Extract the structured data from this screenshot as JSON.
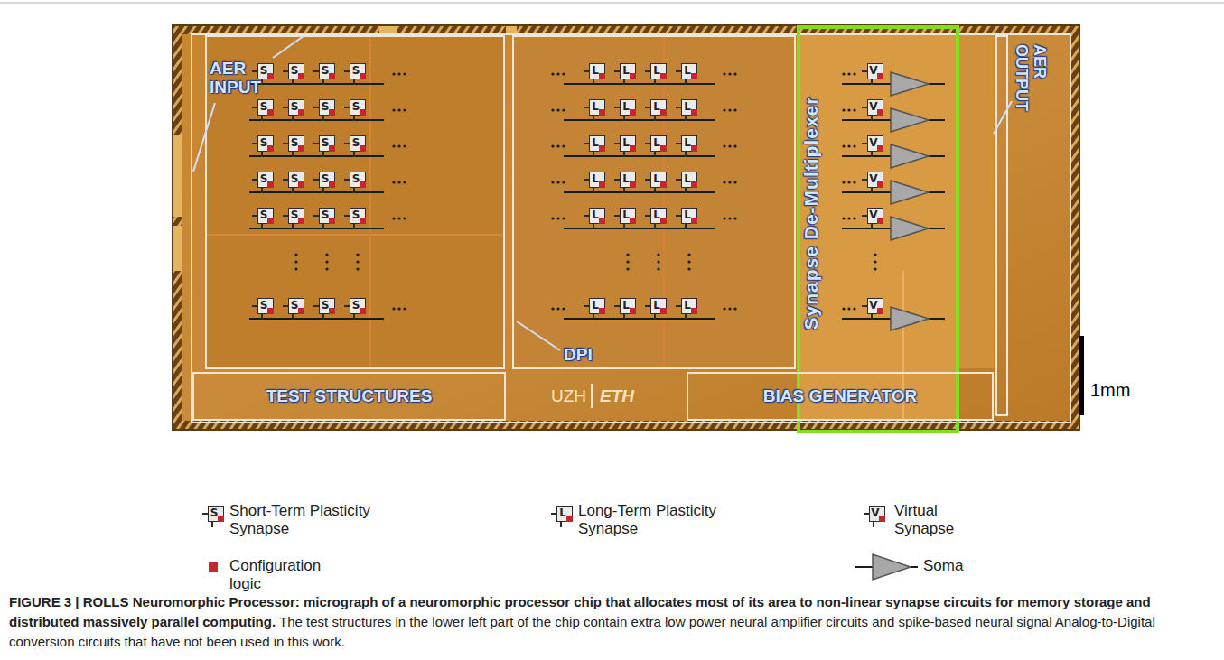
{
  "diagram": {
    "caption": "FIGURE 3 | ROLLS Neuromorphic Processor: micrograph of a neuromorphic processor chip that allocates most of its area to non-linear synapse circuits for memory storage and distributed massively parallel computing.",
    "nodes": [
      {
        "text": [
          "S"
        ]
      },
      {
        "text": [
          "S"
        ]
      },
      {
        "text": [
          "S"
        ]
      },
      {
        "text": [
          "S"
        ]
      },
      {
        "text": [
          "S"
        ]
      },
      {
        "text": [
          "S"
        ]
      },
      {
        "text": [
          "S"
        ]
      },
      {
        "text": [
          "S"
        ]
      },
      {
        "text": [
          "S"
        ]
      },
      {
        "text": [
          "S"
        ]
      },
      {
        "text": [
          "S"
        ]
      },
      {
        "text": [
          "S"
        ]
      },
      {
        "text": [
          "S"
        ]
      },
      {
        "text": [
          "S"
        ]
      },
      {
        "text": [
          "S"
        ]
      },
      {
        "text": [
          "S"
        ]
      },
      {
        "text": [
          "S"
        ]
      },
      {
        "text": [
          "S"
        ]
      },
      {
        "text": [
          "S"
        ]
      },
      {
        "text": [
          "S"
        ]
      },
      {
        "text": [
          "S"
        ]
      },
      {
        "text": [
          "S"
        ]
      },
      {
        "text": [
          "S"
        ]
      },
      {
        "text": [
          "S"
        ]
      },
      {
        "text": [
          "L"
        ]
      },
      {
        "text": [
          "L"
        ]
      },
      {
        "text": [
          "L"
        ]
      },
      {
        "text": [
          "L"
        ]
      },
      {
        "text": [
          "L"
        ]
      },
      {
        "text": [
          "L"
        ]
      },
      {
        "text": [
          "L"
        ]
      },
      {
        "text": [
          "L"
        ]
      },
      {
        "text": [
          "L"
        ]
      },
      {
        "text": [
          "L"
        ]
      },
      {
        "text": [
          "L"
        ]
      },
      {
        "text": [
          "L"
        ]
      },
      {
        "text": [
          "L"
        ]
      },
      {
        "text": [
          "L"
        ]
      },
      {
        "text": [
          "L"
        ]
      },
      {
        "text": [
          "L"
        ]
      },
      {
        "text": [
          "L"
        ]
      },
      {
        "text": [
          "L"
        ]
      },
      {
        "text": [
          "L"
        ]
      },
      {
        "text": [
          "L"
        ]
      },
      {
        "text": [
          "L"
        ]
      },
      {
        "text": [
          "L"
        ]
      },
      {
        "text": [
          "L"
        ]
      },
      {
        "text": [
          "L"
        ]
      },
      {
        "text": [
          "V"
        ]
      },
      {
        "text": [
          "V"
        ]
      },
      {
        "text": [
          "V"
        ]
      },
      {
        "text": [
          "V"
        ]
      },
      {
        "text": [
          "V"
        ]
      },
      {
        "text": [
          "V"
        ]
      },
      {
        "text": [
          "TEST STRUCTURES"
        ]
      },
      {
        "text": [
          "BIAS GENERATOR"
        ]
      }
    ],
    "labels": [
      "AER INPUT",
      "DPI",
      "Synapse De-Multiplexer",
      "AER OUTPUT",
      "UZH",
      "ETH",
      "1mm",
      "S",
      "L",
      "V",
      "The test structures in the lower left part of the chip contain extra low power neural amplifier circuits and spike-based neural signal Analog-to-Digital conversion circuits that have not been used in this work."
    ],
    "legend": [
      {
        "text": "Short-Term Plasticity Synapse"
      },
      {
        "text": "Long-Term Plasticity Synapse"
      },
      {
        "text": "Virtual Synapse"
      },
      {
        "text": "Configuration logic",
        "color": "#c1272d"
      },
      {
        "text": "Soma"
      }
    ]
  }
}
